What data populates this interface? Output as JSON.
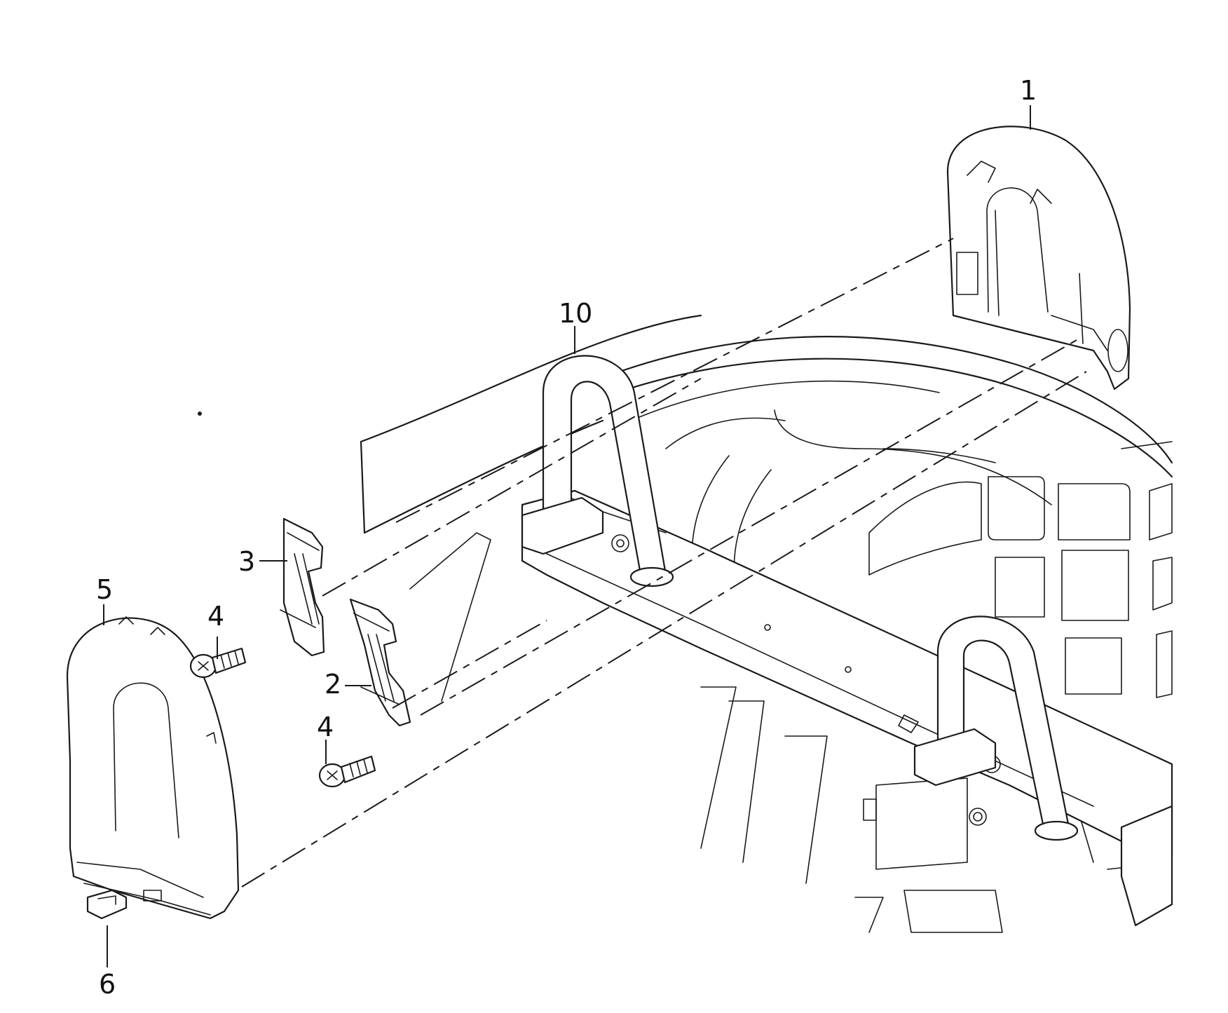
{
  "diagram": {
    "callouts": [
      {
        "id": "part-1",
        "label": "1"
      },
      {
        "id": "part-2",
        "label": "2"
      },
      {
        "id": "part-3",
        "label": "3"
      },
      {
        "id": "part-4a",
        "label": "4"
      },
      {
        "id": "part-4b",
        "label": "4"
      },
      {
        "id": "part-5",
        "label": "5"
      },
      {
        "id": "part-6",
        "label": "6"
      },
      {
        "id": "part-10",
        "label": "10"
      }
    ]
  }
}
